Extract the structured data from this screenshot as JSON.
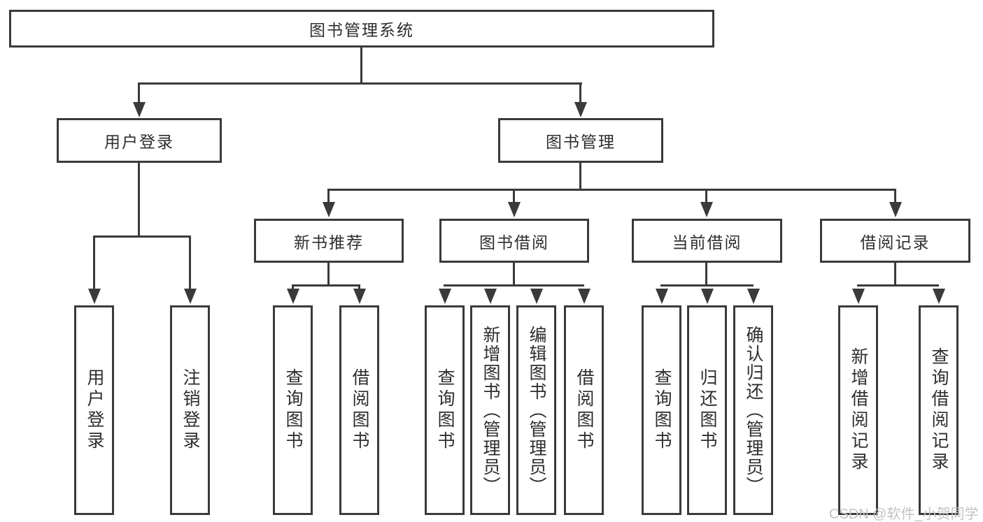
{
  "tree": {
    "root": {
      "label": "图书管理系统"
    },
    "branches": [
      {
        "label": "用户登录",
        "children": [
          {
            "label": "用户登录"
          },
          {
            "label": "注销登录"
          }
        ]
      },
      {
        "label": "图书管理",
        "children": [
          {
            "label": "新书推荐",
            "children": [
              {
                "label": "查询图书"
              },
              {
                "label": "借阅图书"
              }
            ]
          },
          {
            "label": "图书借阅",
            "children": [
              {
                "label": "查询图书"
              },
              {
                "label": "新增图书（管理员）"
              },
              {
                "label": "编辑图书（管理员）"
              },
              {
                "label": "借阅图书"
              }
            ]
          },
          {
            "label": "当前借阅",
            "children": [
              {
                "label": "查询图书"
              },
              {
                "label": "归还图书"
              },
              {
                "label": "确认归还（管理员）"
              }
            ]
          },
          {
            "label": "借阅记录",
            "children": [
              {
                "label": "新增借阅记录"
              },
              {
                "label": "查询借阅记录"
              }
            ]
          }
        ]
      }
    ]
  },
  "watermark": {
    "text": "CSDN @软件_小贺同学"
  },
  "colors": {
    "line": "#3a3a3a",
    "text": "#2e2e2e",
    "box_fill": "#ffffff",
    "watermark": "#c3c3c3",
    "background": "#ffffff"
  }
}
